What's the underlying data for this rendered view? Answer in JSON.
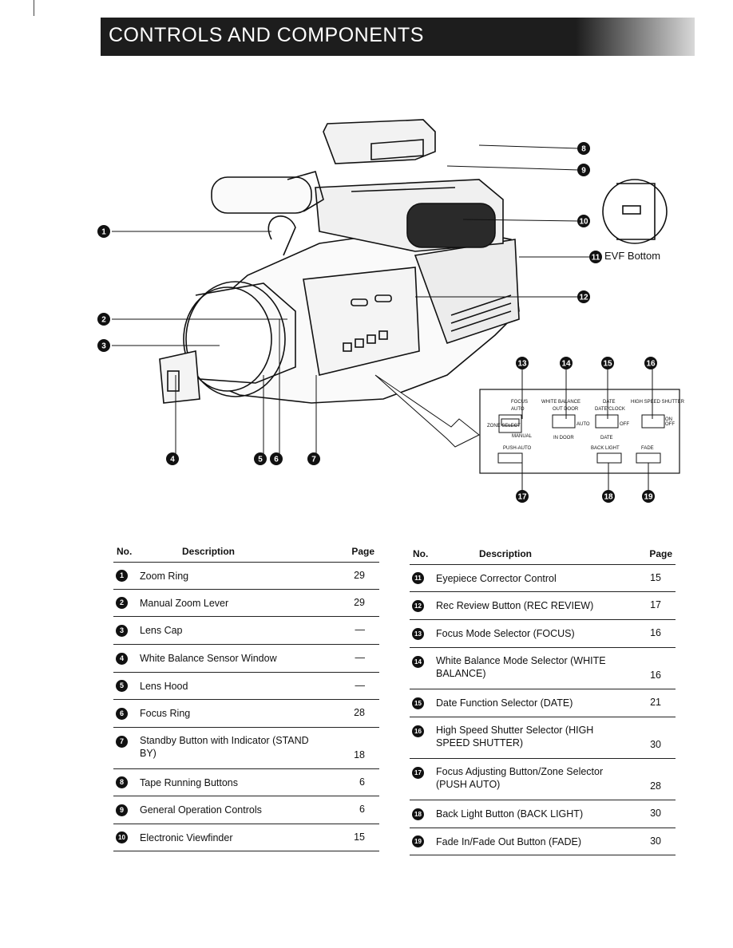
{
  "header": {
    "title": "CONTROLS AND COMPONENTS"
  },
  "figure": {
    "evf_label": "EVF Bottom",
    "panel": {
      "labels": [
        "FOCUS",
        "WHITE BALANCE",
        "DATE",
        "HIGH SPEED SHUTTER",
        "AUTO",
        "OUT DOOR",
        "DATE/CLOCK",
        "ZONE SELECT",
        "AUTO",
        "OFF",
        "ON",
        "OFF",
        "MANUAL",
        "IN DOOR",
        "DATE",
        "PUSH-AUTO",
        "BACK LIGHT",
        "FADE"
      ]
    }
  },
  "left_table": {
    "col_no": "No.",
    "col_desc": "Description",
    "col_page": "Page",
    "rows": [
      {
        "no": "1",
        "desc": "Zoom Ring",
        "page": "29"
      },
      {
        "no": "2",
        "desc": "Manual Zoom Lever",
        "page": "29"
      },
      {
        "no": "3",
        "desc": "Lens Cap",
        "page": "—"
      },
      {
        "no": "4",
        "desc": "White Balance Sensor Window",
        "page": "—"
      },
      {
        "no": "5",
        "desc": "Lens Hood",
        "page": "—"
      },
      {
        "no": "6",
        "desc": "Focus Ring",
        "page": "28"
      },
      {
        "no": "7",
        "desc": "Standby Button with Indicator (STAND BY)",
        "page": "18"
      },
      {
        "no": "8",
        "desc": "Tape Running Buttons",
        "page": "6"
      },
      {
        "no": "9",
        "desc": "General Operation Controls",
        "page": "6"
      },
      {
        "no": "10",
        "desc": "Electronic Viewfinder",
        "page": "15"
      }
    ]
  },
  "right_table": {
    "col_no": "No.",
    "col_desc": "Description",
    "col_page": "Page",
    "rows": [
      {
        "no": "11",
        "desc": "Eyepiece Corrector Control",
        "page": "15"
      },
      {
        "no": "12",
        "desc": "Rec Review Button (REC REVIEW)",
        "page": "17"
      },
      {
        "no": "13",
        "desc": "Focus Mode Selector (FOCUS)",
        "page": "16"
      },
      {
        "no": "14",
        "desc": "White Balance Mode Selector (WHITE BALANCE)",
        "page": "16"
      },
      {
        "no": "15",
        "desc": "Date Function Selector (DATE)",
        "page": "21"
      },
      {
        "no": "16",
        "desc": "High Speed Shutter Selector (HIGH SPEED SHUTTER)",
        "page": "30"
      },
      {
        "no": "17",
        "desc": "Focus Adjusting Button/Zone Selector (PUSH AUTO)",
        "page": "28"
      },
      {
        "no": "18",
        "desc": "Back Light Button (BACK LIGHT)",
        "page": "30"
      },
      {
        "no": "19",
        "desc": "Fade In/Fade Out Button (FADE)",
        "page": "30"
      }
    ]
  }
}
